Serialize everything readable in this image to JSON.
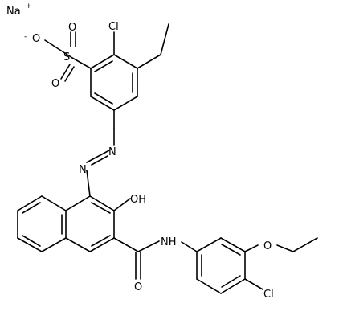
{
  "molecule": {
    "atoms": {
      "sodium": "Na",
      "sodium_charge": "+",
      "sulfonate_o_neg": "O",
      "sulfonate_o_neg_charge": "-",
      "sulfonate_s": "S",
      "sulfonate_o_top": "O",
      "sulfonate_o_bottom": "O",
      "ring_chloro": "Cl",
      "azo_n_upper": "N",
      "azo_n_lower": "N",
      "hydroxyl": "OH",
      "amide_nh": "NH",
      "amide_o": "O",
      "ethoxy_o": "O",
      "aryl_chloro": "Cl"
    }
  }
}
